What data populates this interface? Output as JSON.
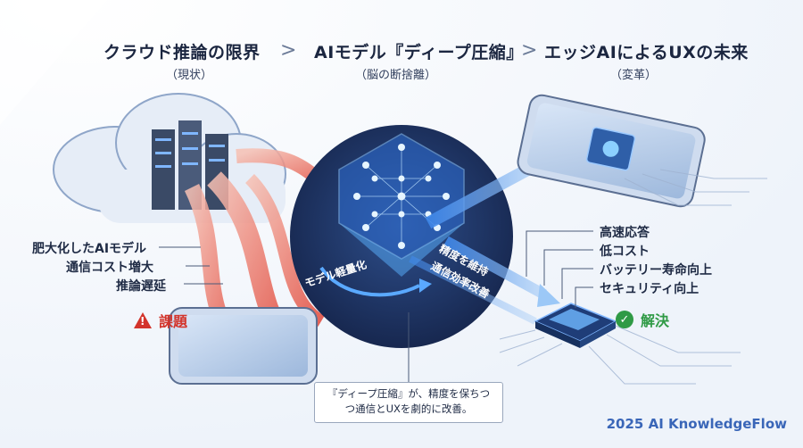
{
  "stages": [
    {
      "title": "クラウド推論の限界",
      "subtitle": "（現状）"
    },
    {
      "title": "AIモデル『ディープ圧縮』",
      "subtitle": "（脳の断捨離）"
    },
    {
      "title": "エッジAIによるUXの未来",
      "subtitle": "（変革）"
    }
  ],
  "separators": [
    ">",
    ">"
  ],
  "problems": [
    "肥大化したAIモデル",
    "通信コスト増大",
    "推論遅延"
  ],
  "problem_badge": "課題",
  "benefits": [
    "高速応答",
    "低コスト",
    "バッテリー寿命向上",
    "セキュリティ向上"
  ],
  "solution_badge": "解決",
  "arrow_labels": [
    "モデル軽量化",
    "精度を維持",
    "通信効率改善"
  ],
  "callout": {
    "line1": "『ディープ圧縮』が、精度を保ちつ",
    "line2": "つ通信とUXを劇的に改善。"
  },
  "footer": "2025 AI KnowledgeFlow",
  "icons": {
    "warning": "warning-icon",
    "check": "check-icon"
  },
  "colors": {
    "problem": "#d3342b",
    "solution": "#2f9a45",
    "accent": "#2b7fe0",
    "footer": "#3a66b8"
  }
}
